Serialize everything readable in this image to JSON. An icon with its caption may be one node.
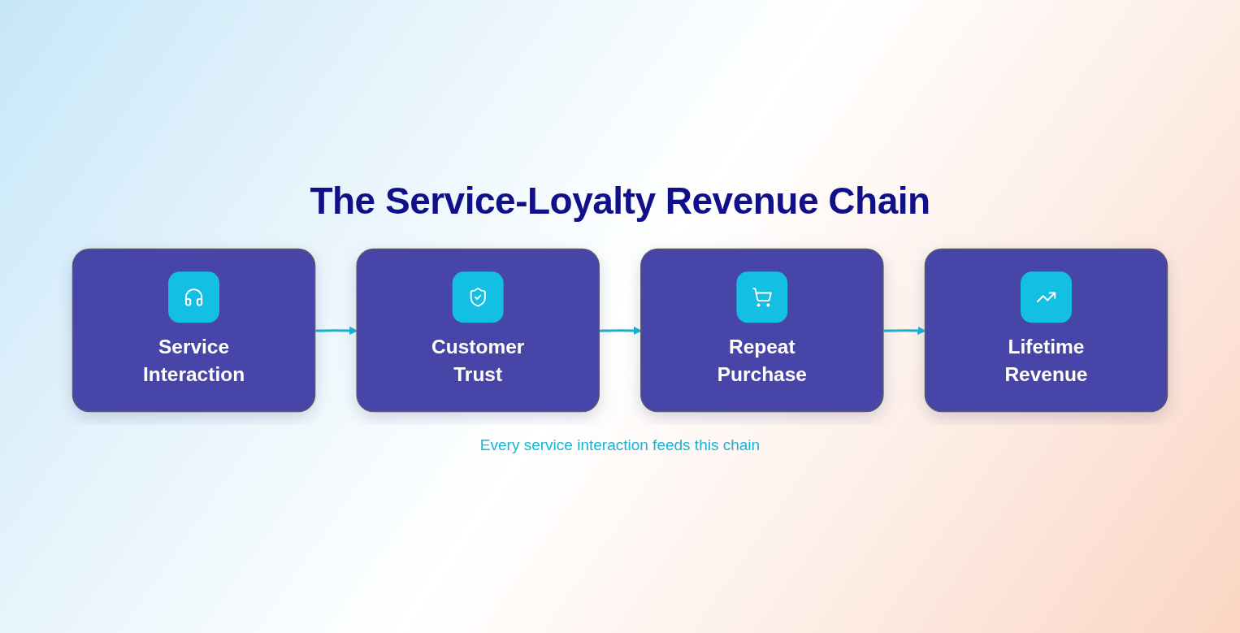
{
  "diagram": {
    "title": "The Service-Loyalty Revenue Chain",
    "nodes": [
      {
        "text": [
          "Service Interaction"
        ]
      },
      {
        "text": [
          "Customer Trust"
        ]
      },
      {
        "text": [
          "Repeat Purchase"
        ]
      },
      {
        "text": [
          "Lifetime Revenue"
        ]
      }
    ],
    "edges": [
      {
        "from": 0,
        "to": 1,
        "arrow": "to"
      },
      {
        "from": 1,
        "to": 2,
        "arrow": "to"
      },
      {
        "from": 2,
        "to": 3,
        "arrow": "to"
      }
    ],
    "caption": "Every service interaction feeds this chain"
  }
}
